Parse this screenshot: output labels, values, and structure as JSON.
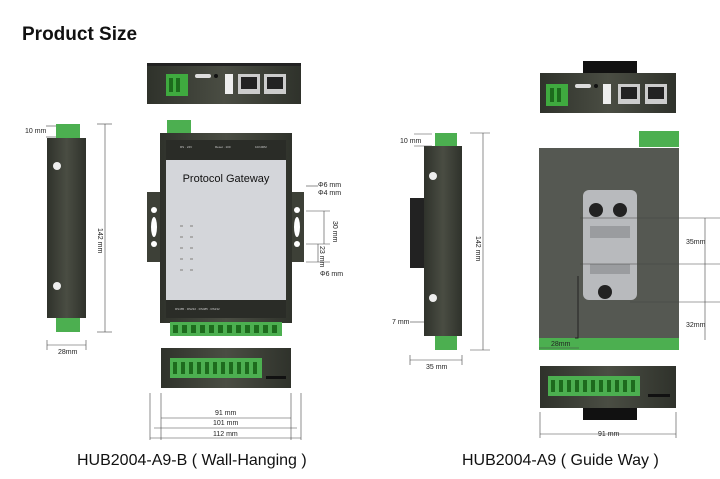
{
  "title": "Product Size",
  "device_label": "Protocol Gateway",
  "wall": {
    "caption": "HUB2004-A9-B ( Wall-Hanging )",
    "dims": {
      "side_top": "10 mm",
      "side_height": "142 mm",
      "side_width": "28mm",
      "hole_d1": "Φ6 mm",
      "hole_d2": "Φ4 mm",
      "hole_spacing": "30 mm",
      "hole_offset": "23 mm",
      "hole_d3": "Φ6 mm",
      "w91": "91 mm",
      "w101": "101 mm",
      "w112": "112 mm"
    }
  },
  "rail": {
    "caption": "HUB2004-A9 ( Guide Way )",
    "dims": {
      "side_top": "10 mm",
      "side_height": "142 mm",
      "side_bottom": "7 mm",
      "side_width": "35 mm",
      "clip_35": "35mm",
      "clip_32": "32mm",
      "clip_28": "28mm",
      "w91": "91 mm"
    }
  },
  "colors": {
    "housing": "#3d4037",
    "terminal": "#4caf50",
    "panel": "#d6d8dc",
    "clip": "#b8babd"
  }
}
